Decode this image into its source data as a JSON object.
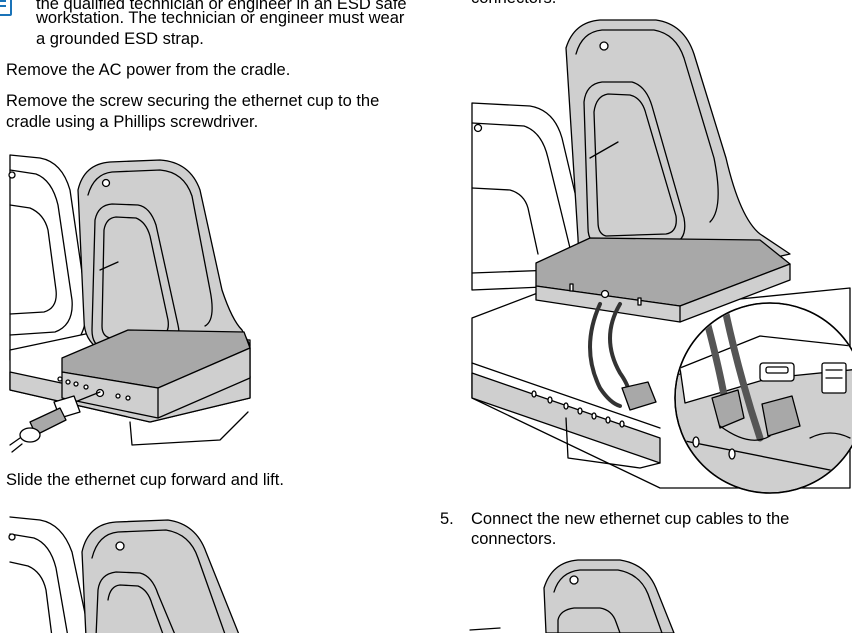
{
  "left_column": {
    "note_tail_line1": "the qualified technician or engineer in an ESD safe",
    "note_tail_line2": "workstation. The technician or engineer must wear",
    "note_tail_line3": "a grounded ESD strap.",
    "step_remove_power": "Remove the AC power from the cradle.",
    "step_remove_screw_line1": "Remove the screw securing the ethernet cup to the",
    "step_remove_screw_line2": "cradle using a Phillips screwdriver.",
    "step_slide_cup": "Slide the ethernet cup forward and lift."
  },
  "right_column": {
    "prev_step_tail": "connectors.",
    "step5_number": "5.",
    "step5_line1": "Connect the new ethernet cup cables to the",
    "step5_line2": "connectors."
  },
  "icons": {
    "note": "note-icon"
  }
}
